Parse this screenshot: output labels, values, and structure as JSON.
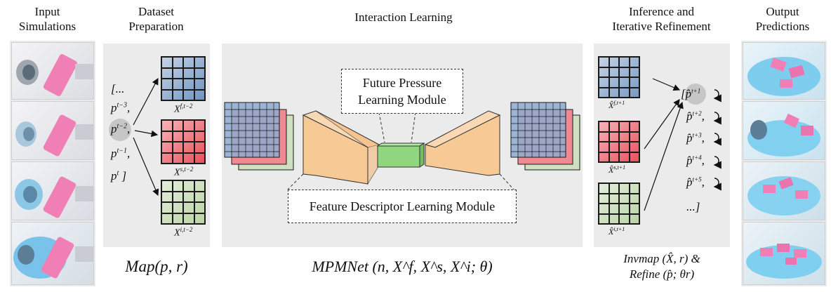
{
  "headers": {
    "input": "Input\nSimulations",
    "dataset": "Dataset\nPreparation",
    "interaction": "Interaction Learning",
    "inference": "Inference and\nIterative Refinement",
    "output": "Output\nPredictions"
  },
  "dataset_panel": {
    "sequence": [
      "[...",
      "p^{t-3},",
      "p^{t-2},",
      "p^{t-1},",
      "p^{t}]"
    ],
    "grid_labels": [
      "X^{f,t-2}",
      "X^{s,t-2}",
      "X^{i,t-2}"
    ],
    "footer": "Map(p, r)"
  },
  "interaction_panel": {
    "module_top": "Future Pressure\nLearning Module",
    "module_bottom": "Feature Descriptor Learning Module",
    "footer": "MPMNet (n, X^f, X^s, X^i; θ)"
  },
  "inference_panel": {
    "grid_labels": [
      "X̂^{f,t+1}",
      "X̂^{s,t+1}",
      "X̂^{i,t+1}"
    ],
    "predictions": [
      "[p̂^{t+1}",
      "p̂^{t+2},",
      "p̂^{t+3},",
      "p̂^{t+4},",
      "p̂^{t+5},",
      "...]"
    ],
    "footer_line1": "Invmap (X̂, r) &",
    "footer_line2": "Refine (p̂; θr)"
  },
  "colors": {
    "blue_grid": "#9fb8d6",
    "red_grid": "#ef8a92",
    "green_grid": "#cfe0c0",
    "encoder": "#f7c995",
    "bottleneck": "#8fd67e",
    "panel_bg": "#ebebeb"
  }
}
